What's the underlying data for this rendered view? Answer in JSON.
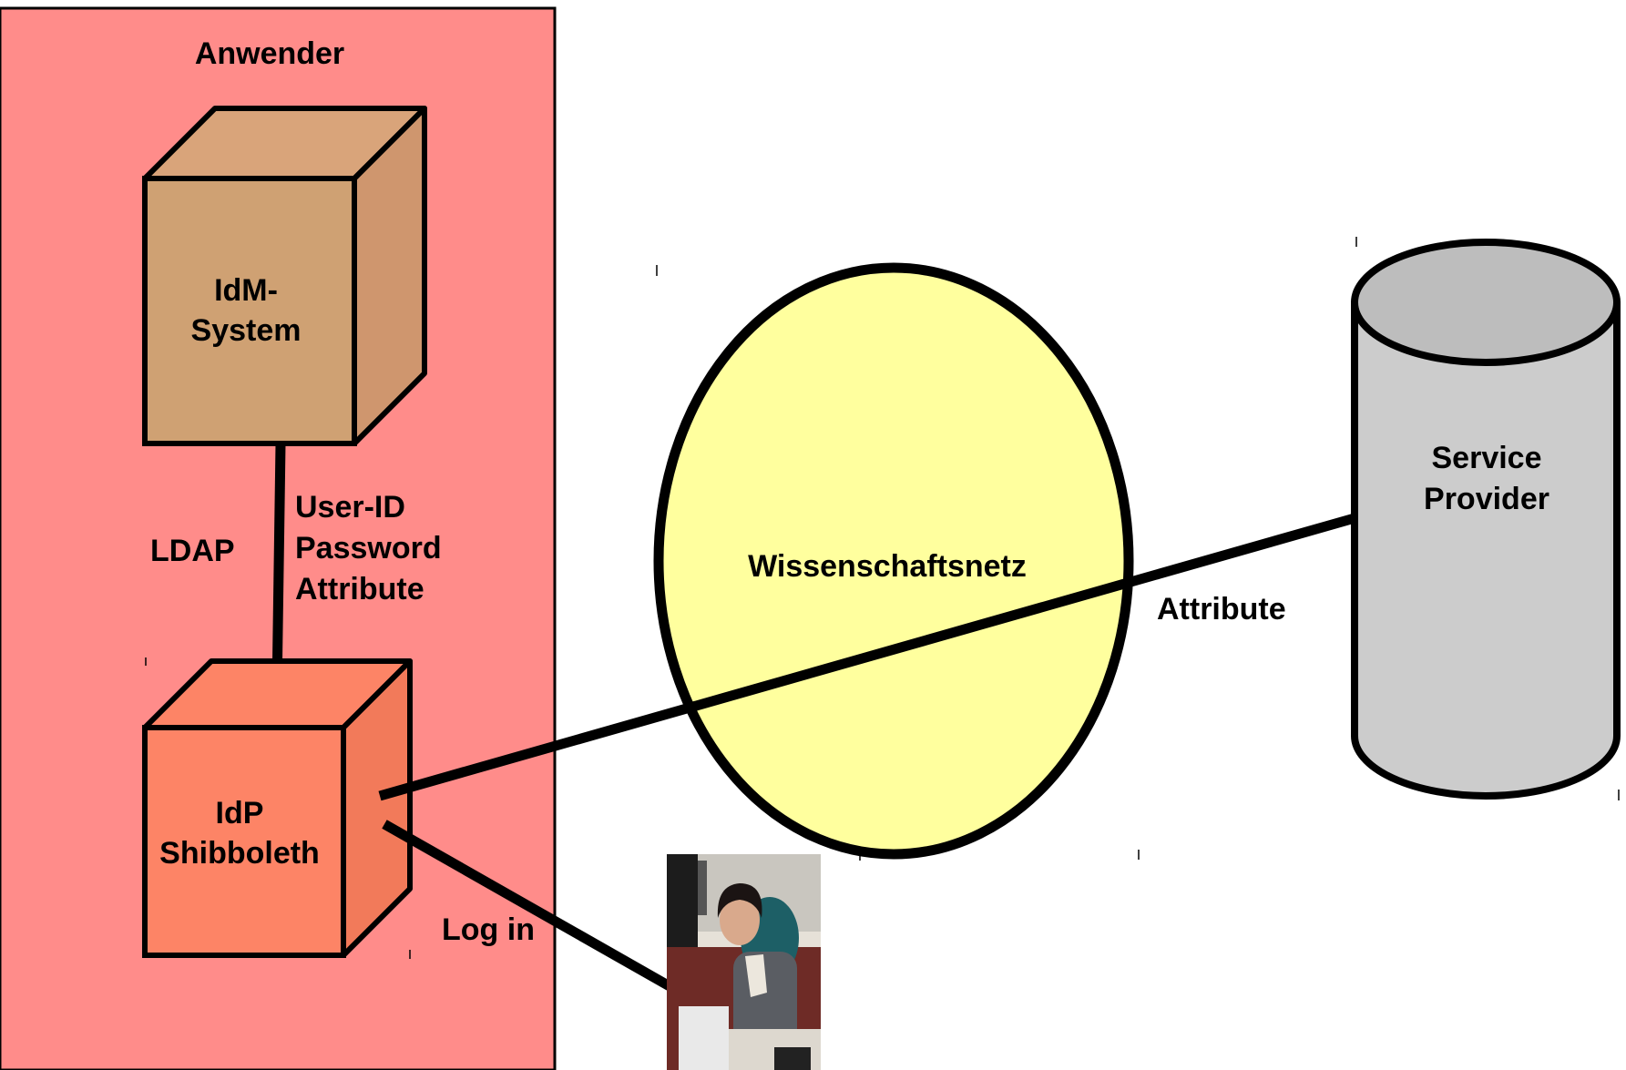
{
  "zones": {
    "user_org": {
      "label": "Anwender"
    }
  },
  "nodes": {
    "idm_system": {
      "line1": "IdM-",
      "line2": "System"
    },
    "idp": {
      "line1": "IdP",
      "line2": "Shibboleth"
    },
    "network": {
      "label": "Wissenschaftsnetz"
    },
    "service_provider": {
      "line1": "Service",
      "line2": "Provider"
    },
    "user_photo": {
      "icon": "woman-at-desk-photo"
    }
  },
  "edges": {
    "idm_to_idp": {
      "protocol": "LDAP",
      "line1": "User-ID",
      "line2": "Password",
      "line3": "Attribute"
    },
    "idp_to_sp": {
      "label": "Attribute"
    },
    "user_to_idp": {
      "label": "Log in"
    }
  },
  "colors": {
    "zone_fill": "#ff8c8a",
    "idm_front": "#cfa173",
    "idm_top": "#d9a47a",
    "idm_side": "#cf966e",
    "idp_front": "#fd8466",
    "idp_side": "#f27a5a",
    "network_fill": "#ffff9e",
    "cylinder_body": "#cccccc",
    "cylinder_top": "#bdbdbd"
  }
}
